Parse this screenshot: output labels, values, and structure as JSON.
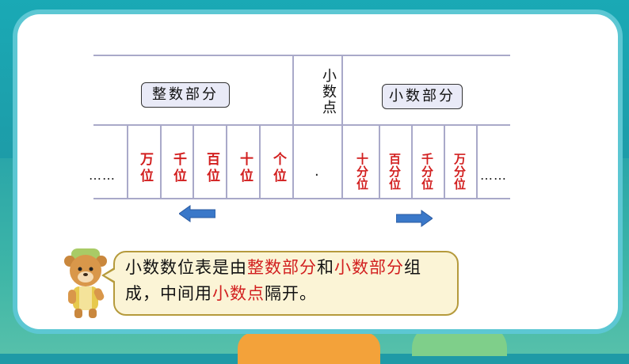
{
  "table": {
    "integer_part_label": "整数部分",
    "decimal_point_label": "小数点",
    "decimal_part_label": "小数部分",
    "dot_symbol": ".",
    "left_ellipsis": "……",
    "right_ellipsis": "……",
    "integer_places": [
      "万位",
      "千位",
      "百位",
      "十位",
      "个位"
    ],
    "decimal_places": [
      "十分位",
      "百分位",
      "千分位",
      "万分位"
    ]
  },
  "bubble": {
    "t1": "小数数位表是由",
    "t2": "整数部分",
    "t3": "和",
    "t4": "小数部分",
    "t5": "组成，中间用",
    "t6": "小数点",
    "t7": "隔开。"
  },
  "colors": {
    "highlight": "#d21f1f",
    "arrow": "#3a78c9",
    "background": "#1f9aa6"
  },
  "icons": {
    "left_arrow": "arrow-left-icon",
    "right_arrow": "arrow-right-icon",
    "mascot": "bear-mascot-icon"
  }
}
